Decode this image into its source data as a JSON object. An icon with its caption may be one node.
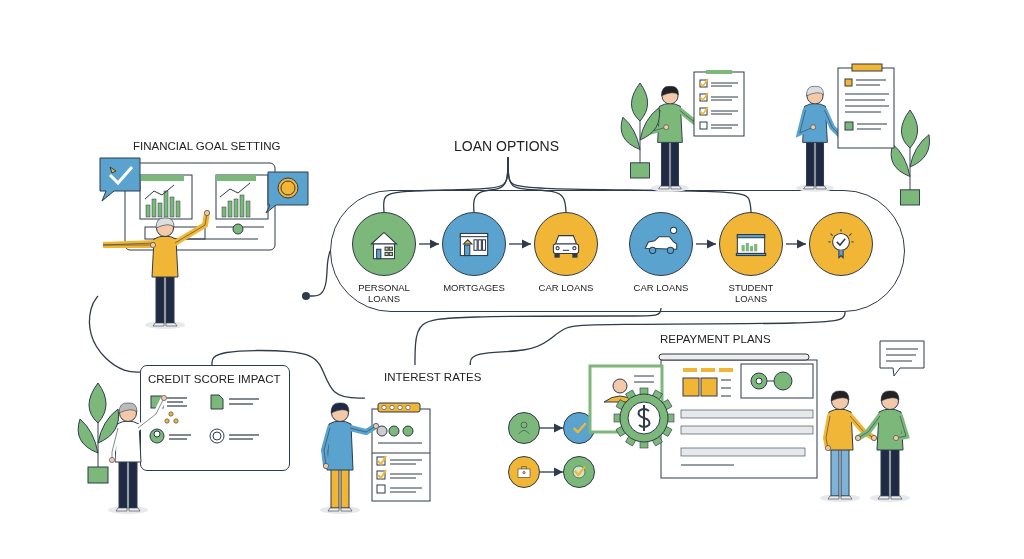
{
  "diagram": {
    "nodes": [
      {
        "text": [
          "FINANCIAL GOAL SETTING"
        ]
      },
      {
        "text": [
          "LOAN OPTIONS"
        ]
      },
      {
        "text": [],
        "shape": "box"
      },
      {
        "text": [
          "PERSONAL LOANS"
        ],
        "in": 2
      },
      {
        "text": [
          "MORTGAGES"
        ],
        "in": 2
      },
      {
        "text": [
          "CAR LOANS"
        ],
        "in": 2
      },
      {
        "text": [
          "CAR LOANS"
        ],
        "in": 2
      },
      {
        "text": [
          "STUDENT LOANS"
        ],
        "in": 2
      },
      {
        "text": [],
        "shape": "circle",
        "in": 2
      },
      {
        "text": [
          "REPAYMENT PLANS"
        ]
      },
      {
        "text": [
          "CREDIT SCORE IMPACT"
        ]
      },
      {
        "text": [
          "INTEREST RATES"
        ]
      },
      {
        "text": [],
        "shape": "circle"
      },
      {
        "text": [],
        "shape": "circle"
      },
      {
        "text": [],
        "shape": "circle"
      },
      {
        "text": [],
        "shape": "circle"
      }
    ],
    "edges": [
      {
        "from": 0,
        "to": 2,
        "arrow": "none"
      },
      {
        "from": 0,
        "to": 10,
        "arrow": "none"
      },
      {
        "from": 1,
        "to": 3,
        "arrow": "none"
      },
      {
        "from": 1,
        "to": 4,
        "arrow": "none"
      },
      {
        "from": 1,
        "to": 5,
        "arrow": "none"
      },
      {
        "from": 1,
        "to": 7,
        "arrow": "none"
      },
      {
        "from": 3,
        "to": 4,
        "arrow": "to"
      },
      {
        "from": 4,
        "to": 5,
        "arrow": "to"
      },
      {
        "from": 6,
        "to": 7,
        "arrow": "to"
      },
      {
        "from": 7,
        "to": 8,
        "arrow": "to"
      },
      {
        "from": 10,
        "to": 11,
        "arrow": "none"
      },
      {
        "from": 6,
        "to": 11,
        "arrow": "none"
      },
      {
        "from": 11,
        "to": 2,
        "arrow": "none"
      },
      {
        "from": 12,
        "to": 13,
        "arrow": "to"
      },
      {
        "from": 14,
        "to": 15,
        "arrow": "to"
      }
    ]
  }
}
